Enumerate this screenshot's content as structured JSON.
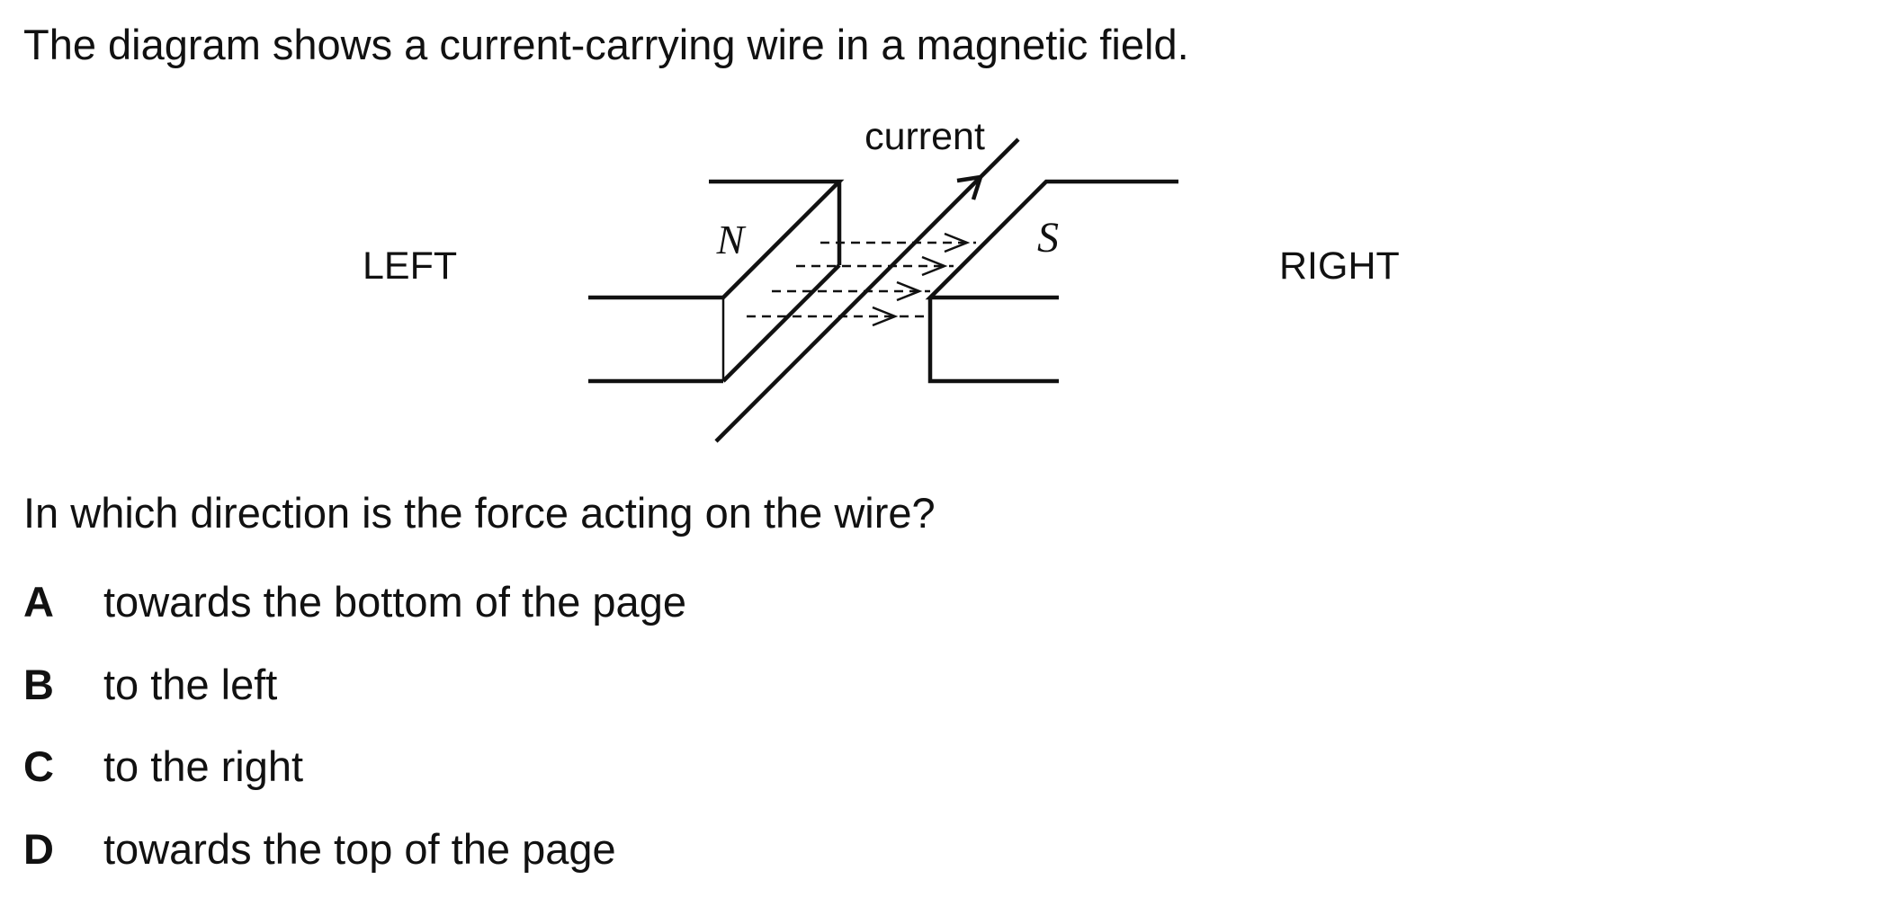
{
  "intro": "The diagram shows a current-carrying wire in a magnetic field.",
  "diagram": {
    "label_current": "current",
    "label_left": "LEFT",
    "label_right": "RIGHT",
    "pole_north": "N",
    "pole_south": "S"
  },
  "question": "In which direction is the force acting on the wire?",
  "options": [
    {
      "letter": "A",
      "text": "towards the bottom of the page"
    },
    {
      "letter": "B",
      "text": "to the left"
    },
    {
      "letter": "C",
      "text": "to the right"
    },
    {
      "letter": "D",
      "text": "towards the top of the page"
    }
  ]
}
